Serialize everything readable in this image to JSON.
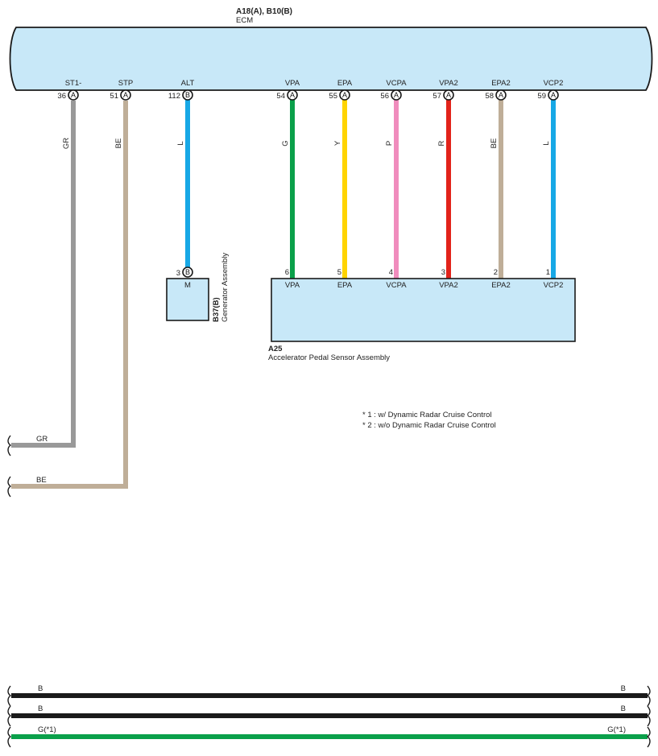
{
  "ecm": {
    "connector_label": "A18(A), B10(B)",
    "name": "ECM",
    "fill": "#c8e8f8",
    "pins": [
      {
        "signal": "ST1-",
        "num": "36",
        "conn": "A",
        "wire_color": "GR",
        "stroke": "#999999"
      },
      {
        "signal": "STP",
        "num": "51",
        "conn": "A",
        "wire_color": "BE",
        "stroke": "#bfae98"
      },
      {
        "signal": "ALT",
        "num": "112",
        "conn": "B",
        "wire_color": "L",
        "stroke": "#17a8e6"
      },
      {
        "signal": "VPA",
        "num": "54",
        "conn": "A",
        "wire_color": "G",
        "stroke": "#0aa04a"
      },
      {
        "signal": "EPA",
        "num": "55",
        "conn": "A",
        "wire_color": "Y",
        "stroke": "#ffd400"
      },
      {
        "signal": "VCPA",
        "num": "56",
        "conn": "A",
        "wire_color": "P",
        "stroke": "#f08cbd"
      },
      {
        "signal": "VPA2",
        "num": "57",
        "conn": "A",
        "wire_color": "R",
        "stroke": "#e2231a"
      },
      {
        "signal": "EPA2",
        "num": "58",
        "conn": "A",
        "wire_color": "BE",
        "stroke": "#bfae98"
      },
      {
        "signal": "VCP2",
        "num": "59",
        "conn": "A",
        "wire_color": "L",
        "stroke": "#17a8e6"
      }
    ]
  },
  "generator": {
    "code": "B37(B)",
    "name": "Generator Assembly",
    "pin_num": "3",
    "pin_conn": "B",
    "terminal": "M"
  },
  "sensor": {
    "code": "A25",
    "name": "Accelerator Pedal Sensor Assembly",
    "pins": [
      {
        "num": "6",
        "signal": "VPA"
      },
      {
        "num": "5",
        "signal": "EPA"
      },
      {
        "num": "4",
        "signal": "VCPA"
      },
      {
        "num": "3",
        "signal": "VPA2"
      },
      {
        "num": "2",
        "signal": "EPA2"
      },
      {
        "num": "1",
        "signal": "VCP2"
      }
    ]
  },
  "notes": [
    "* 1 : w/ Dynamic Radar Cruise Control",
    "* 2 : w/o Dynamic Radar Cruise Control"
  ],
  "offpage": {
    "gr_label": "GR",
    "be_label": "BE"
  },
  "bottom_wires": [
    {
      "left": "B",
      "right": "B",
      "stroke": "#1a1a1a"
    },
    {
      "left": "B",
      "right": "B",
      "stroke": "#1a1a1a"
    },
    {
      "left": "G(*1)",
      "right": "G(*1)",
      "stroke": "#0aa04a"
    }
  ]
}
